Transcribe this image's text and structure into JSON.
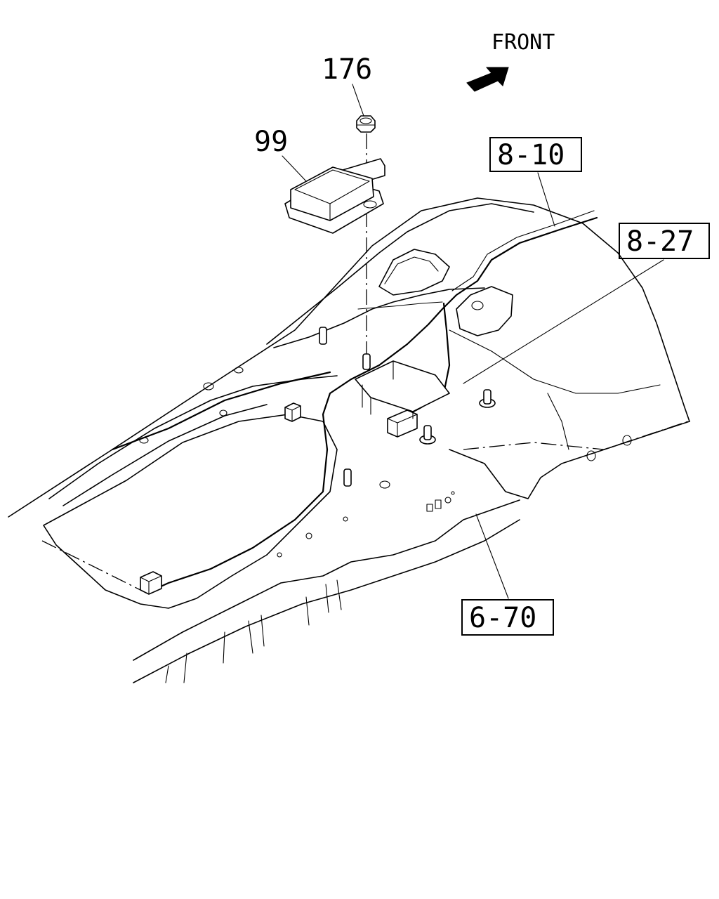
{
  "labels": {
    "front": "FRONT",
    "part_176": "176",
    "part_99": "99",
    "ref_8_10": "8-10",
    "ref_8_27": "8-27",
    "ref_6_70": "6-70"
  },
  "icons": {
    "front_arrow": "front-direction-arrow"
  },
  "colors": {
    "line": "#000000",
    "background": "#ffffff"
  }
}
